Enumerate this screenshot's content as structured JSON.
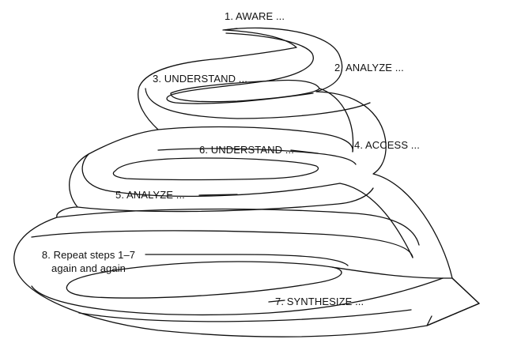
{
  "diagram": {
    "steps": {
      "aware": "1. AWARE ...",
      "analyze_1": "2. ANALYZE ...",
      "understand_1": "3. UNDERSTAND ...",
      "access": "4. ACCESS ...",
      "analyze_2": "5. ANALYZE ...",
      "understand_2": "6. UNDERSTAND ...",
      "synthesize": "7. SYNTHESIZE ...",
      "repeat_line1": "8. Repeat steps 1–7",
      "repeat_line2": "again and again"
    },
    "colors": {
      "stroke": "#111111",
      "background": "#ffffff"
    }
  }
}
